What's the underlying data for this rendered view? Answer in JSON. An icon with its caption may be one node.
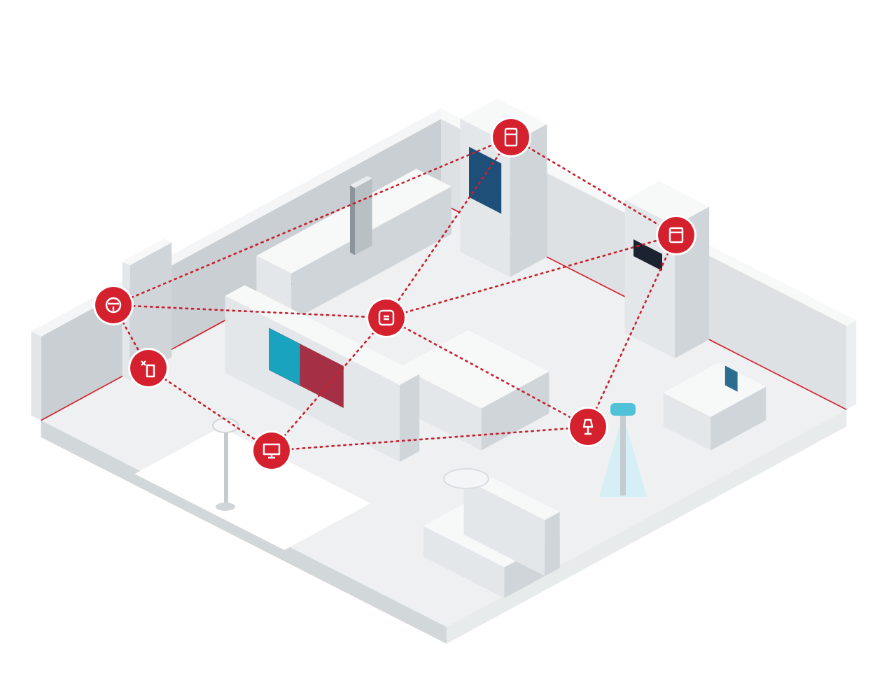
{
  "diagram": {
    "nodes": [
      {
        "text": [],
        "shape": "circle"
      },
      {
        "text": [],
        "shape": "circle"
      },
      {
        "text": [],
        "shape": "circle"
      },
      {
        "text": [],
        "shape": "circle"
      },
      {
        "text": [],
        "shape": "circle"
      },
      {
        "text": [],
        "shape": "circle"
      },
      {
        "text": [],
        "shape": "circle"
      }
    ],
    "edges": [
      {
        "from": 2,
        "to": 0,
        "arrow": "none"
      },
      {
        "from": 0,
        "to": 1,
        "arrow": "none"
      },
      {
        "from": 0,
        "to": 3,
        "arrow": "none"
      },
      {
        "from": 2,
        "to": 3,
        "arrow": "none"
      },
      {
        "from": 2,
        "to": 4,
        "arrow": "none"
      },
      {
        "from": 3,
        "to": 1,
        "arrow": "none"
      },
      {
        "from": 3,
        "to": 5,
        "arrow": "none"
      },
      {
        "from": 3,
        "to": 6,
        "arrow": "none"
      },
      {
        "from": 4,
        "to": 6,
        "arrow": "none"
      },
      {
        "from": 6,
        "to": 5,
        "arrow": "none"
      },
      {
        "from": 1,
        "to": 5,
        "arrow": "none"
      }
    ]
  }
}
